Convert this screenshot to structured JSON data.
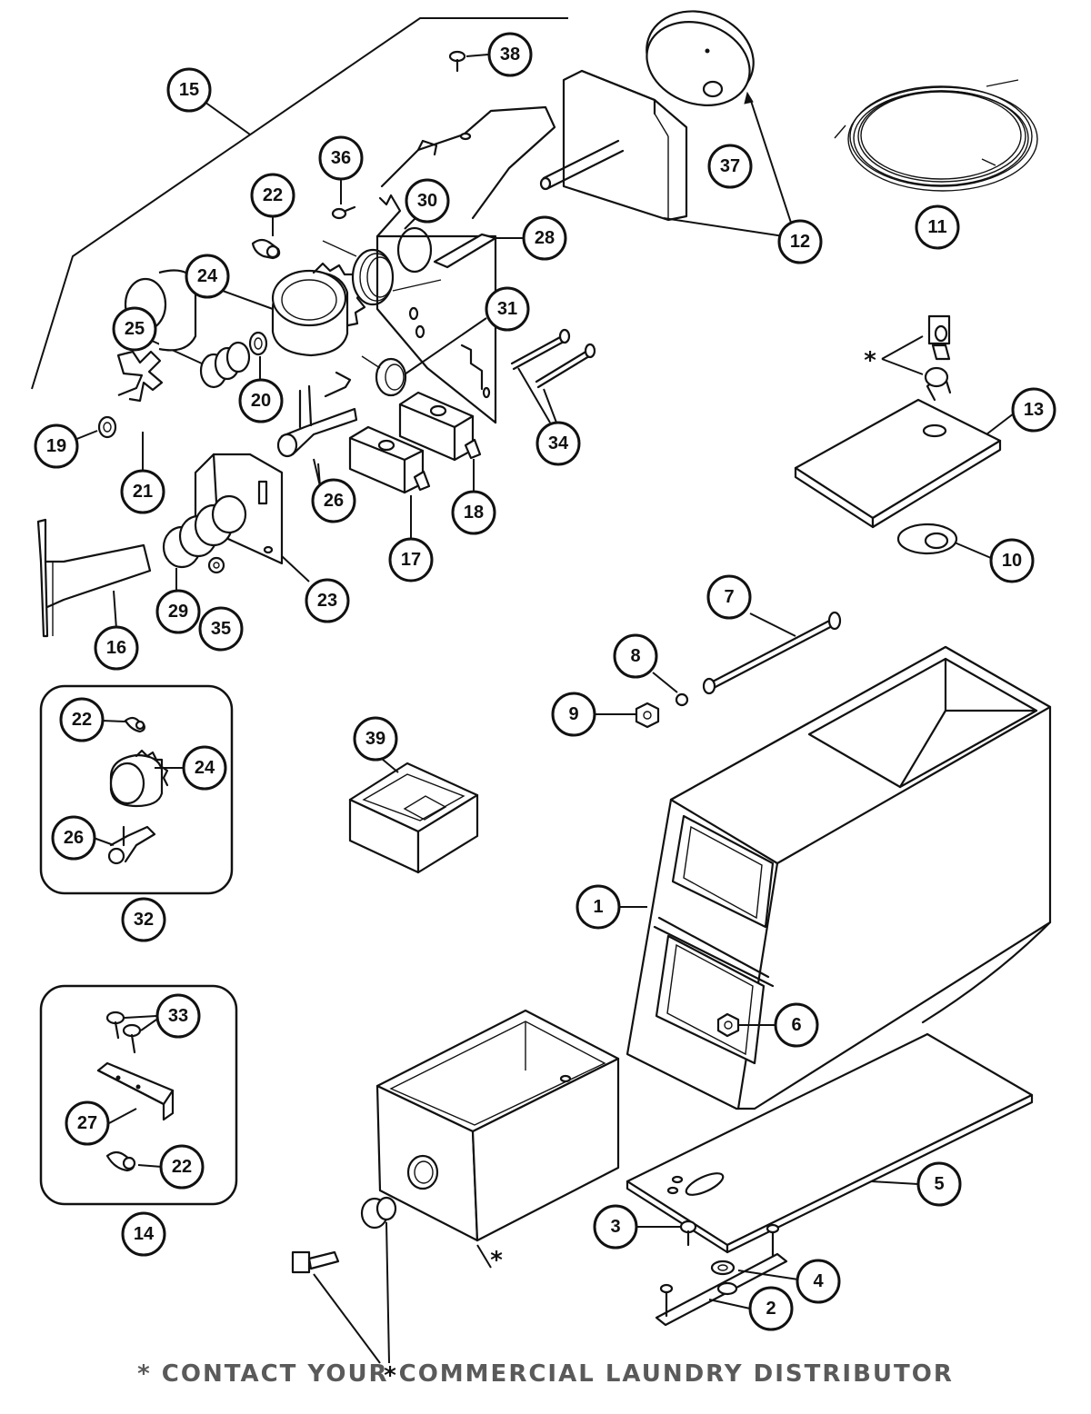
{
  "callouts": {
    "c1": "1",
    "c2": "2",
    "c3": "3",
    "c4": "4",
    "c5": "5",
    "c6": "6",
    "c7": "7",
    "c8": "8",
    "c9": "9",
    "c10": "10",
    "c11": "11",
    "c12": "12",
    "c13": "13",
    "c14": "14",
    "c15": "15",
    "c16": "16",
    "c17": "17",
    "c18": "18",
    "c19": "19",
    "c20": "20",
    "c21": "21",
    "c22a": "22",
    "c22b": "22",
    "c22c": "22",
    "c23": "23",
    "c24a": "24",
    "c24b": "24",
    "c25": "25",
    "c26a": "26",
    "c26b": "26",
    "c27": "27",
    "c28": "28",
    "c29": "29",
    "c30": "30",
    "c31": "31",
    "c32": "32",
    "c33": "33",
    "c34": "34",
    "c35": "35",
    "c36": "36",
    "c37": "37",
    "c38": "38",
    "c39": "39"
  },
  "asterisks": {
    "a1": "*",
    "a2": "*",
    "a3": "*"
  },
  "footer": {
    "note": "* CONTACT YOUR COMMERCIAL LAUNDRY DISTRIBUTOR"
  }
}
